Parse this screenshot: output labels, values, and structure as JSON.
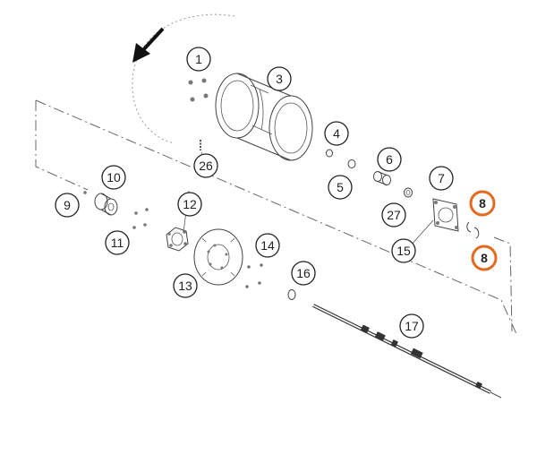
{
  "diagram": {
    "highlight_color": "#e36a1e",
    "line_color": "#444444",
    "direction_icon": "rotation-arrow-icon",
    "callouts": [
      {
        "id": "c1",
        "label": "1"
      },
      {
        "id": "c3",
        "label": "3"
      },
      {
        "id": "c4",
        "label": "4"
      },
      {
        "id": "c5",
        "label": "5"
      },
      {
        "id": "c6",
        "label": "6"
      },
      {
        "id": "c7",
        "label": "7"
      },
      {
        "id": "c8a",
        "label": "8",
        "highlighted": true
      },
      {
        "id": "c8b",
        "label": "8",
        "highlighted": true
      },
      {
        "id": "c9",
        "label": "9"
      },
      {
        "id": "c10",
        "label": "10"
      },
      {
        "id": "c11",
        "label": "11"
      },
      {
        "id": "c12",
        "label": "12"
      },
      {
        "id": "c13",
        "label": "13"
      },
      {
        "id": "c14",
        "label": "14"
      },
      {
        "id": "c15",
        "label": "15"
      },
      {
        "id": "c16",
        "label": "16"
      },
      {
        "id": "c17",
        "label": "17"
      },
      {
        "id": "c26",
        "label": "26"
      },
      {
        "id": "c27",
        "label": "27"
      }
    ]
  }
}
